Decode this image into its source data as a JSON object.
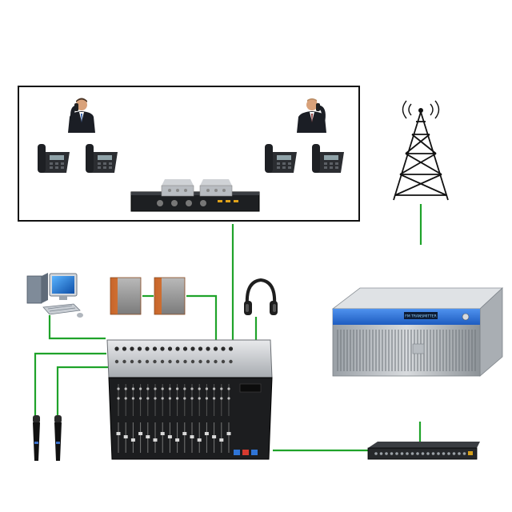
{
  "colors": {
    "background": "#ffffff",
    "connection_wire": "#1fa32a",
    "frame_border": "#111111",
    "transmitter_panel": "#2a6fd6"
  },
  "devices": [
    {
      "name": "person",
      "icon": "person-on-phone-icon",
      "count": 2
    },
    {
      "name": "desk-telephone",
      "icon": "telephone-icon",
      "count": 4
    },
    {
      "name": "telephone-hybrid-rack",
      "icon": "rack-unit-icon"
    },
    {
      "name": "broadcast-tower",
      "icon": "radio-tower-icon"
    },
    {
      "name": "desktop-computer",
      "icon": "computer-icon"
    },
    {
      "name": "studio-speaker",
      "icon": "speaker-icon",
      "count": 2
    },
    {
      "name": "headphones",
      "icon": "headphones-icon"
    },
    {
      "name": "audio-mixer",
      "icon": "mixing-console-icon"
    },
    {
      "name": "microphone",
      "icon": "microphone-icon",
      "count": 2
    },
    {
      "name": "fm-transmitter",
      "icon": "transmitter-icon"
    },
    {
      "name": "audio-processor",
      "icon": "rack-processor-icon"
    }
  ],
  "labels": {
    "transmitter_display": "FM TRANSMITTER"
  }
}
